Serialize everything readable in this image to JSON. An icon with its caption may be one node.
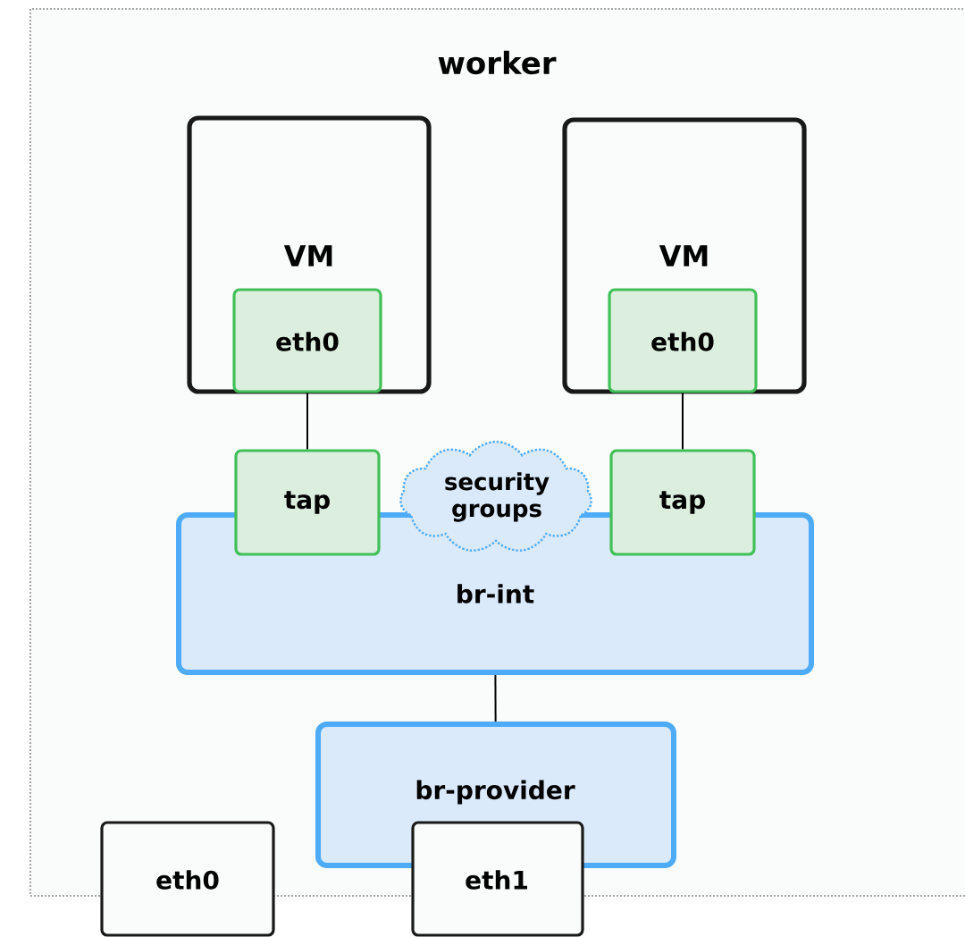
{
  "diagram": {
    "nodes": [
      {
        "text": [
          "worker"
        ]
      },
      {
        "text": [
          "VM"
        ],
        "in": 0
      },
      {
        "text": [
          "eth0"
        ],
        "in": 1
      },
      {
        "text": [
          "VM"
        ],
        "in": 0
      },
      {
        "text": [
          "eth0"
        ],
        "in": 3
      },
      {
        "text": [
          "tap"
        ],
        "in": 0
      },
      {
        "text": [
          "security groups"
        ],
        "in": 0
      },
      {
        "text": [
          "tap"
        ],
        "in": 0
      },
      {
        "text": [
          "br-int"
        ],
        "in": 0
      },
      {
        "text": [
          "br-provider"
        ],
        "in": 0
      },
      {
        "text": [
          "eth0"
        ]
      },
      {
        "text": [
          "eth1"
        ]
      }
    ],
    "edges": [
      {
        "from": 2,
        "to": 5,
        "arrow": "none"
      },
      {
        "from": 4,
        "to": 7,
        "arrow": "none"
      },
      {
        "from": 8,
        "to": 9,
        "arrow": "none"
      }
    ]
  }
}
